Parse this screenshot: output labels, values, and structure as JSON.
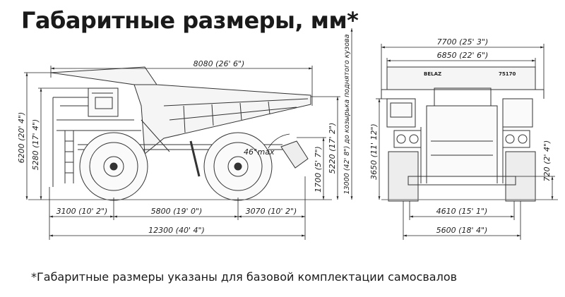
{
  "title": "Габаритные размеры, мм*",
  "footnote": "*Габаритные размеры указаны для базовой комплектации самосвалов",
  "side_view": {
    "length_body": "8080 (26' 6\")",
    "height_total": "6200 (20' 4\")",
    "height_cab": "5280 (17' 4\")",
    "height_body": "5220 (17' 2\")",
    "height_body_low": "1700 (5' 7\")",
    "height_raised": "13000 (42' 8\") до козырька поднятого кузова",
    "dump_angle": "46°max",
    "front_overhang": "3100 (10' 2\")",
    "wheelbase": "5800 (19' 0\")",
    "rear_overhang": "3070 (10' 2\")",
    "length_total": "12300 (40' 4\")"
  },
  "front_view": {
    "width_total": "7700 (25' 3\")",
    "width_body": "6850 (22' 6\")",
    "height_canopy": "3650 (11' 12\")",
    "ground_clearance": "720 (2' 4\")",
    "track_front": "4610 (15' 1\")",
    "track_rear": "5600 (18' 4\")",
    "brand": "BELAZ",
    "model": "75170"
  }
}
